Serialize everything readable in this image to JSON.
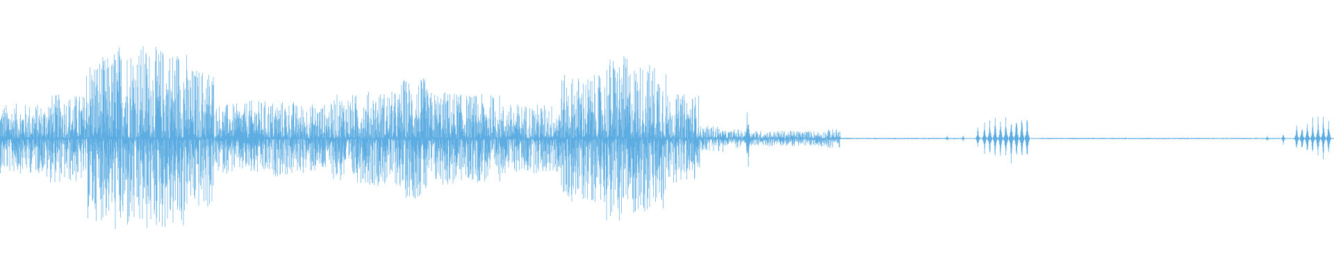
{
  "waveform": {
    "color": "#5dade2",
    "background": "#ffffff",
    "amplitude_scale": 1.0,
    "segments": [
      {
        "start": 0.0,
        "end": 0.05,
        "amp": 0.22,
        "style": "dense"
      },
      {
        "start": 0.035,
        "end": 0.065,
        "amp": 0.28,
        "style": "dense"
      },
      {
        "start": 0.065,
        "end": 0.085,
        "amp": 0.52,
        "style": "dense"
      },
      {
        "start": 0.085,
        "end": 0.11,
        "amp": 0.6,
        "style": "dense"
      },
      {
        "start": 0.11,
        "end": 0.14,
        "amp": 0.58,
        "style": "dense"
      },
      {
        "start": 0.14,
        "end": 0.16,
        "amp": 0.45,
        "style": "dense"
      },
      {
        "start": 0.16,
        "end": 0.185,
        "amp": 0.22,
        "style": "dense"
      },
      {
        "start": 0.185,
        "end": 0.22,
        "amp": 0.24,
        "style": "dense"
      },
      {
        "start": 0.22,
        "end": 0.25,
        "amp": 0.22,
        "style": "dense"
      },
      {
        "start": 0.25,
        "end": 0.275,
        "amp": 0.28,
        "style": "dense"
      },
      {
        "start": 0.275,
        "end": 0.3,
        "amp": 0.3,
        "style": "dense"
      },
      {
        "start": 0.3,
        "end": 0.32,
        "amp": 0.38,
        "style": "dense"
      },
      {
        "start": 0.32,
        "end": 0.345,
        "amp": 0.3,
        "style": "dense"
      },
      {
        "start": 0.345,
        "end": 0.375,
        "amp": 0.28,
        "style": "dense"
      },
      {
        "start": 0.375,
        "end": 0.42,
        "amp": 0.22,
        "style": "dense"
      },
      {
        "start": 0.42,
        "end": 0.455,
        "amp": 0.4,
        "style": "dense"
      },
      {
        "start": 0.455,
        "end": 0.47,
        "amp": 0.52,
        "style": "dense"
      },
      {
        "start": 0.47,
        "end": 0.5,
        "amp": 0.48,
        "style": "dense"
      },
      {
        "start": 0.5,
        "end": 0.525,
        "amp": 0.28,
        "style": "dense"
      },
      {
        "start": 0.525,
        "end": 0.54,
        "amp": 0.08,
        "style": "dense"
      },
      {
        "start": 0.54,
        "end": 0.62,
        "amp": 0.05,
        "style": "sparse"
      },
      {
        "start": 0.62,
        "end": 0.63,
        "amp": 0.06,
        "style": "sparse"
      }
    ],
    "bursts": [
      {
        "pos": 0.1635,
        "amp": 0.07
      },
      {
        "pos": 0.1675,
        "amp": 0.11
      },
      {
        "pos": 0.172,
        "amp": 0.13
      },
      {
        "pos": 0.176,
        "amp": 0.14
      },
      {
        "pos": 0.18,
        "amp": 0.16
      },
      {
        "pos": 0.184,
        "amp": 0.16
      },
      {
        "pos": 0.188,
        "amp": 0.17
      },
      {
        "pos": 0.192,
        "amp": 0.17
      },
      {
        "pos": 0.196,
        "amp": 0.18
      },
      {
        "pos": 0.542,
        "amp": 0.09
      },
      {
        "pos": 0.56,
        "amp": 0.18
      },
      {
        "pos": 0.561,
        "amp": 0.2
      },
      {
        "pos": 0.71,
        "amp": 0.02
      },
      {
        "pos": 0.722,
        "amp": 0.02
      },
      {
        "pos": 0.733,
        "amp": 0.08
      },
      {
        "pos": 0.738,
        "amp": 0.12
      },
      {
        "pos": 0.742,
        "amp": 0.14
      },
      {
        "pos": 0.746,
        "amp": 0.16
      },
      {
        "pos": 0.75,
        "amp": 0.16
      },
      {
        "pos": 0.754,
        "amp": 0.17
      },
      {
        "pos": 0.758,
        "amp": 0.18
      },
      {
        "pos": 0.762,
        "amp": 0.18
      },
      {
        "pos": 0.766,
        "amp": 0.19
      },
      {
        "pos": 0.77,
        "amp": 0.2
      },
      {
        "pos": 0.95,
        "amp": 0.02
      },
      {
        "pos": 0.962,
        "amp": 0.04
      },
      {
        "pos": 0.972,
        "amp": 0.11
      },
      {
        "pos": 0.976,
        "amp": 0.12
      },
      {
        "pos": 0.98,
        "amp": 0.13
      },
      {
        "pos": 0.984,
        "amp": 0.14
      },
      {
        "pos": 0.988,
        "amp": 0.15
      },
      {
        "pos": 0.992,
        "amp": 0.16
      },
      {
        "pos": 0.996,
        "amp": 0.16
      }
    ],
    "tail_segments": [
      {
        "start": 0.265,
        "end": 0.335,
        "amp": 0.05
      },
      {
        "start": 0.395,
        "end": 0.405,
        "amp": 0.04
      },
      {
        "start": 0.55,
        "end": 0.555,
        "amp": 0.06
      },
      {
        "start": 0.56,
        "end": 0.575,
        "amp": 0.05
      },
      {
        "start": 0.625,
        "end": 0.72,
        "amp": 0.005
      },
      {
        "start": 0.78,
        "end": 0.96,
        "amp": 0.005
      }
    ]
  }
}
